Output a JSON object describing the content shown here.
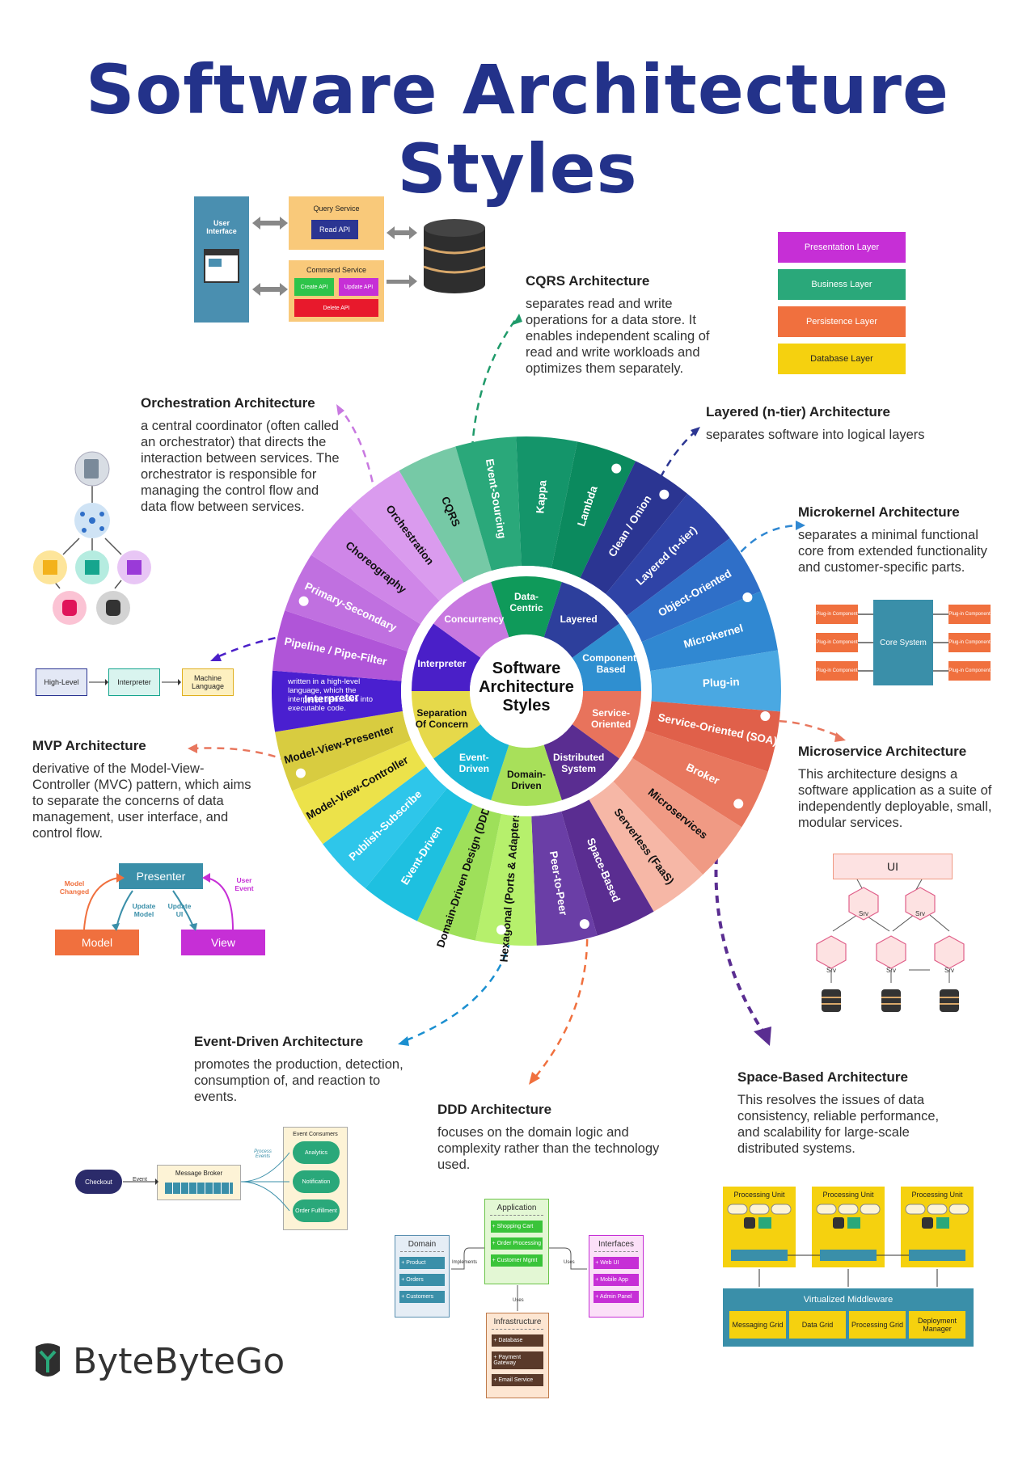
{
  "title": "Software Architecture Styles",
  "center_title": [
    "Software",
    "Architecture",
    "Styles"
  ],
  "inner_categories": [
    {
      "label": "Data-\nCentric",
      "color": "#0f9a5a"
    },
    {
      "label": "Layered",
      "color": "#2d3f9c"
    },
    {
      "label": "Component-\nBased",
      "color": "#2f8fd0"
    },
    {
      "label": "Service-\nOriented",
      "color": "#e8735c"
    },
    {
      "label": "Distributed\nSystem",
      "color": "#5a2d91"
    },
    {
      "label": "Domain-\nDriven",
      "color": "#a8e05a"
    },
    {
      "label": "Event-\nDriven",
      "color": "#19b6d6"
    },
    {
      "label": "Separation\nOf Concern",
      "color": "#e6d94a"
    },
    {
      "label": "Interpreter",
      "color": "#4a1fc8"
    },
    {
      "label": "Concurrency",
      "color": "#c878e0"
    }
  ],
  "outer_segments": [
    {
      "label": "CQRS",
      "color": "#76c9a6"
    },
    {
      "label": "Event-Sourcing",
      "color": "#2aa87a"
    },
    {
      "label": "Kappa",
      "color": "#14956a"
    },
    {
      "label": "Lambda",
      "color": "#0b8a5e"
    },
    {
      "label": "Clean / Onion",
      "color": "#2b3592"
    },
    {
      "label": "Layered (n-tier)",
      "color": "#2f43a6"
    },
    {
      "label": "Object-Oriented",
      "color": "#2f6fc8"
    },
    {
      "label": "Microkernel",
      "color": "#3088d2"
    },
    {
      "label": "Plug-in",
      "color": "#4aa8e2"
    },
    {
      "label": "Service-Oriented (SOA)",
      "color": "#e0604a"
    },
    {
      "label": "Broker",
      "color": "#e8775e"
    },
    {
      "label": "Microservices",
      "color": "#f09a84"
    },
    {
      "label": "Serverless (FaaS)",
      "color": "#f6b7a6"
    },
    {
      "label": "Space-Based",
      "color": "#5a2d91"
    },
    {
      "label": "Peer-to-Peer",
      "color": "#6a3ea6"
    },
    {
      "label": "Hexagonal (Ports & Adapters)",
      "color": "#b6f06c"
    },
    {
      "label": "Domain-Driven Design (DDD)",
      "color": "#9ee05a"
    },
    {
      "label": "Event-Driven",
      "color": "#1ec0e0"
    },
    {
      "label": "Publish-Subscribe",
      "color": "#2ec6ea"
    },
    {
      "label": "Model-View-Controller",
      "color": "#ece24a"
    },
    {
      "label": "Model-View-Presenter",
      "color": "#d8cc40"
    },
    {
      "label": "Interpreter",
      "color": "#4a1fd0"
    },
    {
      "label": "Pipeline / Pipe-Filter",
      "color": "#b055d8"
    },
    {
      "label": "Primary-Secondary",
      "color": "#c070e0"
    },
    {
      "label": "Choreography",
      "color": "#cf86e8"
    },
    {
      "label": "Orchestration",
      "color": "#da9bee"
    }
  ],
  "interpreter_note": "written in a high-level language, which the interpreter translates into executable code.",
  "descriptions": {
    "cqrs": {
      "title": "CQRS Architecture",
      "text": "separates read and write operations for a data store. It enables independent scaling of read and write workloads and optimizes them separately."
    },
    "layered": {
      "title": "Layered (n-tier) Architecture",
      "text": "separates software into logical layers"
    },
    "microkernel": {
      "title": "Microkernel Architecture",
      "text": "separates a minimal functional core from extended functionality and customer-specific parts."
    },
    "microservice": {
      "title": "Microservice Architecture",
      "text": "This architecture designs a software application as a suite of independently deployable, small, modular services."
    },
    "spacebased": {
      "title": "Space-Based Architecture",
      "text": "This resolves the issues of data consistency, reliable performance, and scalability for large-scale distributed systems."
    },
    "ddd": {
      "title": "DDD Architecture",
      "text": "focuses on the domain logic and complexity rather than the technology used."
    },
    "eventdriven": {
      "title": "Event-Driven Architecture",
      "text": "promotes the production, detection, consumption of, and reaction to events."
    },
    "mvp": {
      "title": "MVP Architecture",
      "text": "derivative of the Model-View-Controller (MVC) pattern, which aims to separate the concerns of data management, user interface, and control flow."
    },
    "orchestration": {
      "title": "Orchestration Architecture",
      "text": "a central coordinator (often called an orchestrator) that directs the interaction between services. The orchestrator is responsible for managing the control flow and data flow between services."
    }
  },
  "cqrs_diagram": {
    "user_interface": "User Interface",
    "query_service": "Query Service",
    "read_api": "Read API",
    "command_service": "Command Service",
    "create_api": "Create API",
    "update_api": "Update API",
    "delete_api": "Delete API"
  },
  "layers": [
    {
      "label": "Presentation Layer",
      "color": "#c62fd6"
    },
    {
      "label": "Business Layer",
      "color": "#2aa87a"
    },
    {
      "label": "Persistence Layer",
      "color": "#f0703e"
    },
    {
      "label": "Database Layer",
      "color": "#f5d10f"
    }
  ],
  "microkernel_diagram": {
    "core": "Core System",
    "plugin": "Plug-in Component"
  },
  "interpreter_diagram": [
    "High-Level",
    "Interpreter",
    "Machine Language"
  ],
  "mvp_diagram": {
    "presenter": "Presenter",
    "model": "Model",
    "view": "View",
    "model_changed": "Model Changed",
    "update_model": "Update Model",
    "update_ui": "Update UI",
    "user_event": "User Event"
  },
  "microservice_diagram": {
    "ui": "UI",
    "srv": "Srv"
  },
  "event_diagram": {
    "checkout": "Checkout",
    "event": "Event",
    "broker": "Message Broker",
    "consumers": "Event Consumers",
    "process_events": "Process Events",
    "analytics": "Analytics",
    "notification": "Notification",
    "order": "Order Fulfillment"
  },
  "ddd_diagram": {
    "application": "Application",
    "app_items": [
      "+ Shopping Cart",
      "+ Order Processing",
      "+ Customer Mgmt"
    ],
    "domain": "Domain",
    "domain_items": [
      "+ Product",
      "+ Orders",
      "+ Customers"
    ],
    "interfaces": "Interfaces",
    "iface_items": [
      "+ Web UI",
      "+ Mobile App",
      "+ Admin Panel"
    ],
    "infra": "Infrastructure",
    "infra_items": [
      "+ Database",
      "+ Payment Gateway",
      "+ Email Service"
    ],
    "implements": "Implements",
    "uses": "Uses"
  },
  "space_diagram": {
    "unit": "Processing Unit",
    "middleware": "Virtualized Middleware",
    "grids": [
      "Messaging Grid",
      "Data Grid",
      "Processing Grid",
      "Deployment Manager"
    ]
  },
  "logo": "ByteByteGo"
}
